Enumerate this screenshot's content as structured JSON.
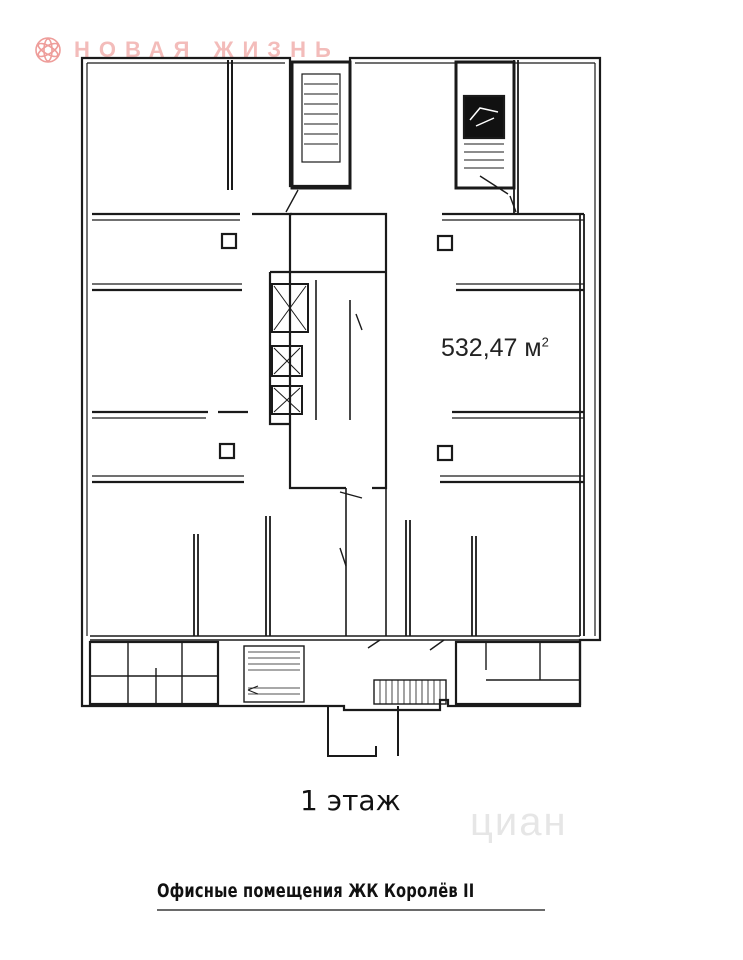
{
  "brand": {
    "name": "НОВАЯ ЖИЗНЬ",
    "logo_icon": "flower-logo-icon",
    "color": "#ec8d89"
  },
  "plan": {
    "area_value": "532,47 м",
    "area_unit_sup": "2",
    "floor_label": "1 этаж",
    "caption": "Офисные помещения ЖК Королёв II"
  },
  "watermark": {
    "text": "циан"
  },
  "colors": {
    "wall": "#1a1a1a",
    "paper": "#ffffff"
  }
}
